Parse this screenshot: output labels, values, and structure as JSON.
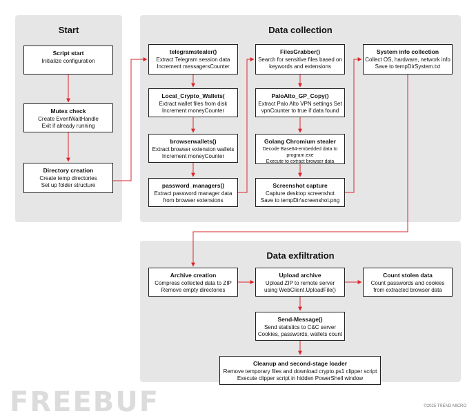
{
  "panels": {
    "start": "Start",
    "collection": "Data collection",
    "exfiltration": "Data exfiltration"
  },
  "nodes": {
    "script_start": {
      "title": "Script start",
      "lines": [
        "Initialize configuration"
      ]
    },
    "mutex": {
      "title": "Mutex check",
      "lines": [
        "Create EventWaitHandle",
        "Exit if already running"
      ]
    },
    "directory": {
      "title": "Directory creation",
      "lines": [
        "Create temp directories",
        "Set up folder structure"
      ]
    },
    "telegram": {
      "title": "telegramstealer()",
      "lines": [
        "Extract Telegram session data",
        "Increment messagersCounter"
      ]
    },
    "crypto": {
      "title": "Local_Crypto_Wallets(",
      "lines": [
        "Extract wallet files from disk",
        "Increment moneyCounter"
      ]
    },
    "browserwallets": {
      "title": "browserwallets()",
      "lines": [
        "Extract browser extension wallets",
        "Increment moneyCounter"
      ]
    },
    "password": {
      "title": "password_managers()",
      "lines": [
        "Extract password manager data",
        "from browser extensions"
      ]
    },
    "files": {
      "title": "FilesGrabber()",
      "lines": [
        "Search for sensitive files based on",
        "keywords and extensions"
      ]
    },
    "paloalto": {
      "title": "PaloAlto_GP_Copy()",
      "lines": [
        "Extract Palo Alto VPN settings Set",
        "vpnCounter to true if data found"
      ]
    },
    "golang": {
      "title": "Golang Chromium stealer",
      "lines": [
        "Decode Base64-embedded data to",
        "program.exe",
        "Execute to extract browser data"
      ]
    },
    "screenshot": {
      "title": "Screenshot capture",
      "lines": [
        "Capture desktop screenshot",
        "Save to tempDir\\screenshot.png"
      ]
    },
    "sysinfo": {
      "title": "System info collection",
      "lines": [
        "Collect OS, hardware, network info",
        "Save to tempDirSystem.txt"
      ]
    },
    "archive": {
      "title": "Archive creation",
      "lines": [
        "Compress collected data to ZIP",
        "Remove empty directories"
      ]
    },
    "upload": {
      "title": "Upload archive",
      "lines": [
        "Upload ZIP to remote server",
        "using WebClient.UploadFile()"
      ]
    },
    "count": {
      "title": "Count stolen data",
      "lines": [
        "Count passwords and cookies",
        "from extracted browser data"
      ]
    },
    "sendmsg": {
      "title": "Send-Message()",
      "lines": [
        "Send statistics to C&C server",
        "Cookies, passwords, wallets count"
      ]
    },
    "cleanup": {
      "title": "Cleanup and second-stage loader",
      "lines": [
        "Remove temporary files and download crypto.ps1 clipper script",
        "Execute clipper script in hidden PowerShell window"
      ]
    }
  },
  "accent_color": "#d9262c",
  "watermark": "FREEBUF",
  "copyright": "©2025 TREND MICRO"
}
